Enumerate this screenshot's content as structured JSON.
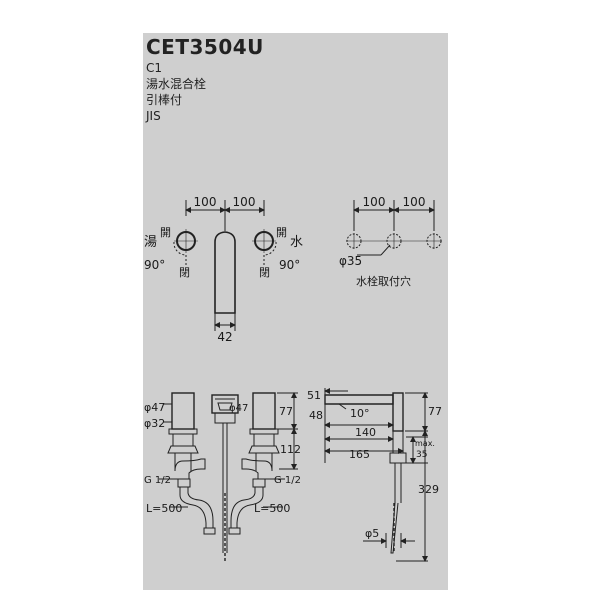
{
  "header": {
    "model": "CET3504U",
    "color_code": "C1",
    "product_type": "湯水混合栓",
    "feature": "引棒付",
    "standard": "JIS"
  },
  "top_view": {
    "spacing_left": "100",
    "spacing_right": "100",
    "hot_label": "湯",
    "cold_label": "水",
    "open_left": "開",
    "open_right": "開",
    "close_left": "閉",
    "close_right": "閉",
    "angle_left": "90°",
    "angle_right": "90°",
    "spout_width": "42"
  },
  "mounting_holes": {
    "spacing_left": "100",
    "spacing_right": "100",
    "hole_dia": "φ35",
    "caption": "水栓取付穴"
  },
  "front_view": {
    "dia_47_left": "φ47",
    "dia_32_left": "φ32",
    "dia_47_right": "φ47",
    "height_77": "77",
    "depth_112": "112",
    "thread_left": "G 1/2",
    "thread_right": "G 1/2",
    "hose_left": "L=500",
    "hose_right": "L=500"
  },
  "side_view": {
    "dim_51": "51",
    "dim_48": "48",
    "angle": "10°",
    "height_77": "77",
    "dim_140": "140",
    "dim_165": "165",
    "max_label": "max.",
    "max_value": "35",
    "dim_329": "329",
    "rod_dia": "φ5"
  }
}
